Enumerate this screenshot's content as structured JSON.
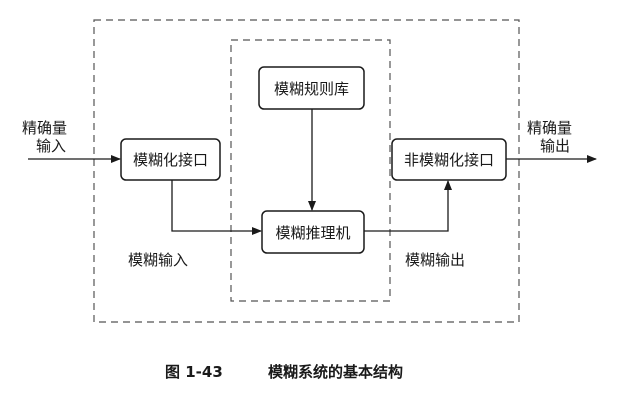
{
  "diagram": {
    "input_label_line1": "精确量",
    "input_label_line2": "输入",
    "output_label_line1": "精确量",
    "output_label_line2": "输出",
    "fuzzification": "模糊化接口",
    "rule_base": "模糊规则库",
    "inference": "模糊推理机",
    "defuzzification": "非模糊化接口",
    "fuzzy_input": "模糊输入",
    "fuzzy_output": "模糊输出"
  },
  "caption": {
    "number": "图 1-43",
    "title": "模糊系统的基本结构"
  }
}
